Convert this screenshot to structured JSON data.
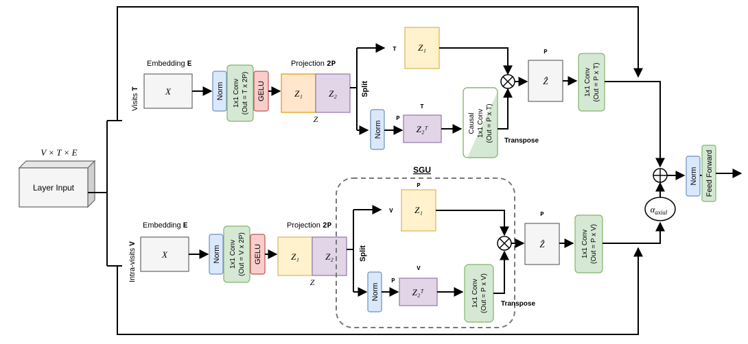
{
  "input": {
    "dims_label": "V × T × E",
    "box_label": "Layer Input"
  },
  "top": {
    "branch_label": "Visits",
    "branch_symbol": "T",
    "embedding_label": "Embedding",
    "embedding_symbol": "E",
    "x_label": "X",
    "norm": "Norm",
    "conv_line1": "1x1 Conv",
    "conv_line2": "(Out = T x 2P)",
    "gelu": "GELU",
    "projection_label": "Projection",
    "projection_symbol": "2P",
    "z1": "Z₁",
    "z2": "Z₂",
    "z": "Z",
    "split": "Split",
    "z1_top_dim": "P",
    "z1_left_dim": "T",
    "norm2": "Norm",
    "z2t_left_dim": "P",
    "z2t_top_dim": "T",
    "z2t": "Z₂ᵀ",
    "causal_line1": "Causal",
    "causal_line2": "1x1 Conv",
    "causal_line3": "(Out = P x T)",
    "transpose": "Transpose",
    "zhat_dim": "P",
    "zhat": "Ẑ",
    "out_conv_line1": "1x1 Conv",
    "out_conv_line2": "(Out = P x T)"
  },
  "bottom": {
    "branch_label": "Intra-visits",
    "branch_symbol": "V",
    "embedding_label": "Embedding",
    "embedding_symbol": "E",
    "x_label": "X",
    "norm": "Norm",
    "conv_line1": "1x1 Conv",
    "conv_line2": "(Out = V x 2P)",
    "gelu": "GELU",
    "projection_label": "Projection",
    "projection_symbol": "2P",
    "z1": "Z₁",
    "z2": "Z₂",
    "z": "Z",
    "split": "Split",
    "sgu": "SGU",
    "z1_top_dim": "P",
    "z1_left_dim": "V",
    "norm2": "Norm",
    "z2t_left_dim": "P",
    "z2t_top_dim": "V",
    "z2t": "Z₂ᵀ",
    "conv2_line1": "1x1 Conv",
    "conv2_line2": "(Out = P x V)",
    "transpose": "Transpose",
    "zhat_dim": "P",
    "zhat": "Ẑ",
    "out_conv_line1": "1x1 Conv",
    "out_conv_line2": "(Out = P x V)"
  },
  "merge": {
    "alpha": "α",
    "alpha_sub": "axial",
    "norm": "Norm",
    "feed_forward": "Feed Forward"
  }
}
